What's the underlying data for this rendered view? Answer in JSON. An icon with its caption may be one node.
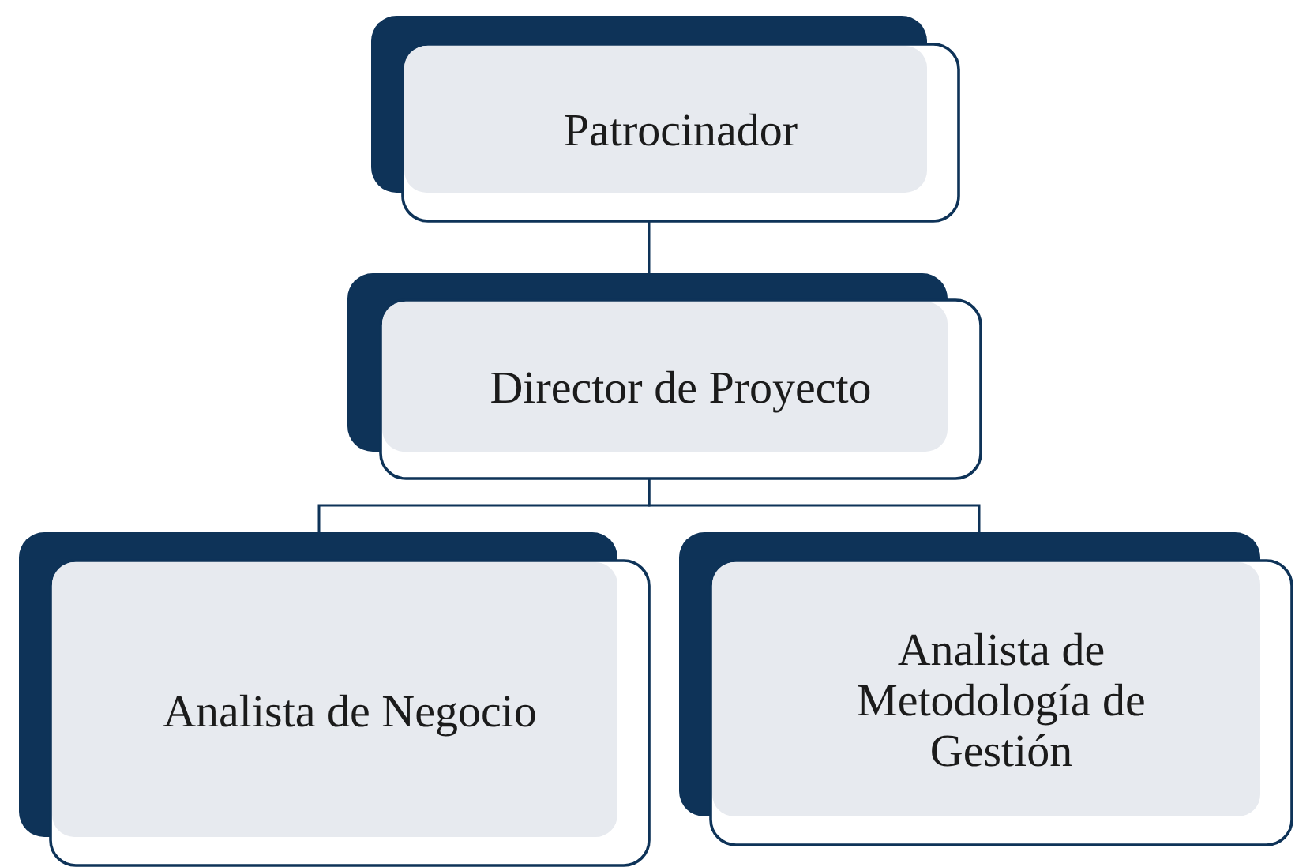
{
  "diagram": {
    "nodes": [
      {
        "text": [
          "Patrocinador"
        ]
      },
      {
        "text": [
          "Director de Proyecto"
        ]
      },
      {
        "text": [
          "Analista de Negocio"
        ]
      },
      {
        "text": [
          "Analista de Metodología de Gestión"
        ]
      }
    ],
    "edges": [
      {
        "from": 0,
        "to": 1,
        "arrow": "none"
      },
      {
        "from": 1,
        "to": 2,
        "arrow": "none"
      },
      {
        "from": 1,
        "to": 3,
        "arrow": "none"
      }
    ]
  }
}
